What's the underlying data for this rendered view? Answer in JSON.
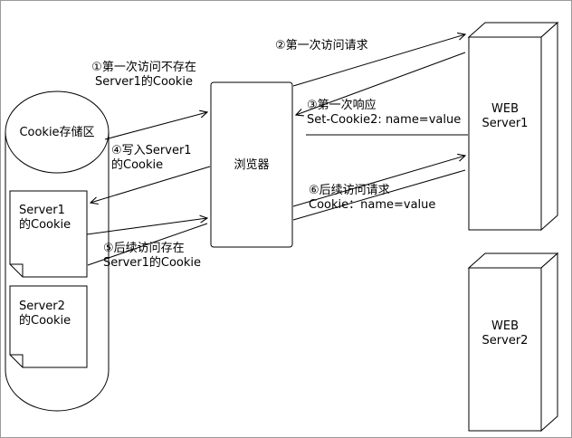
{
  "title": "Cookie mechanism diagram",
  "colors": {
    "stroke": "#000000",
    "shape_fill": "#ffffff",
    "background": "#ffffff"
  },
  "nodes": {
    "cookie_store": {
      "label": "Cookie存储区"
    },
    "doc1": {
      "label": "Server1\n的Cookie"
    },
    "doc2": {
      "label": "Server2\n的Cookie"
    },
    "browser": {
      "label": "浏览器"
    },
    "server1": {
      "label": "WEB\nServer1"
    },
    "server2": {
      "label": "WEB\nServer2"
    }
  },
  "steps": {
    "step1": "①第一次访问不存在\nServer1的Cookie",
    "step2": "②第一次访问请求",
    "step3": "③第一次响应\nSet-Cookie2: name=value",
    "step4": "④写入Server1\n的Cookie",
    "step5": "⑤后续访问存在\nServer1的Cookie",
    "step6": "⑥后续访问请求\nCookie：name=value"
  }
}
